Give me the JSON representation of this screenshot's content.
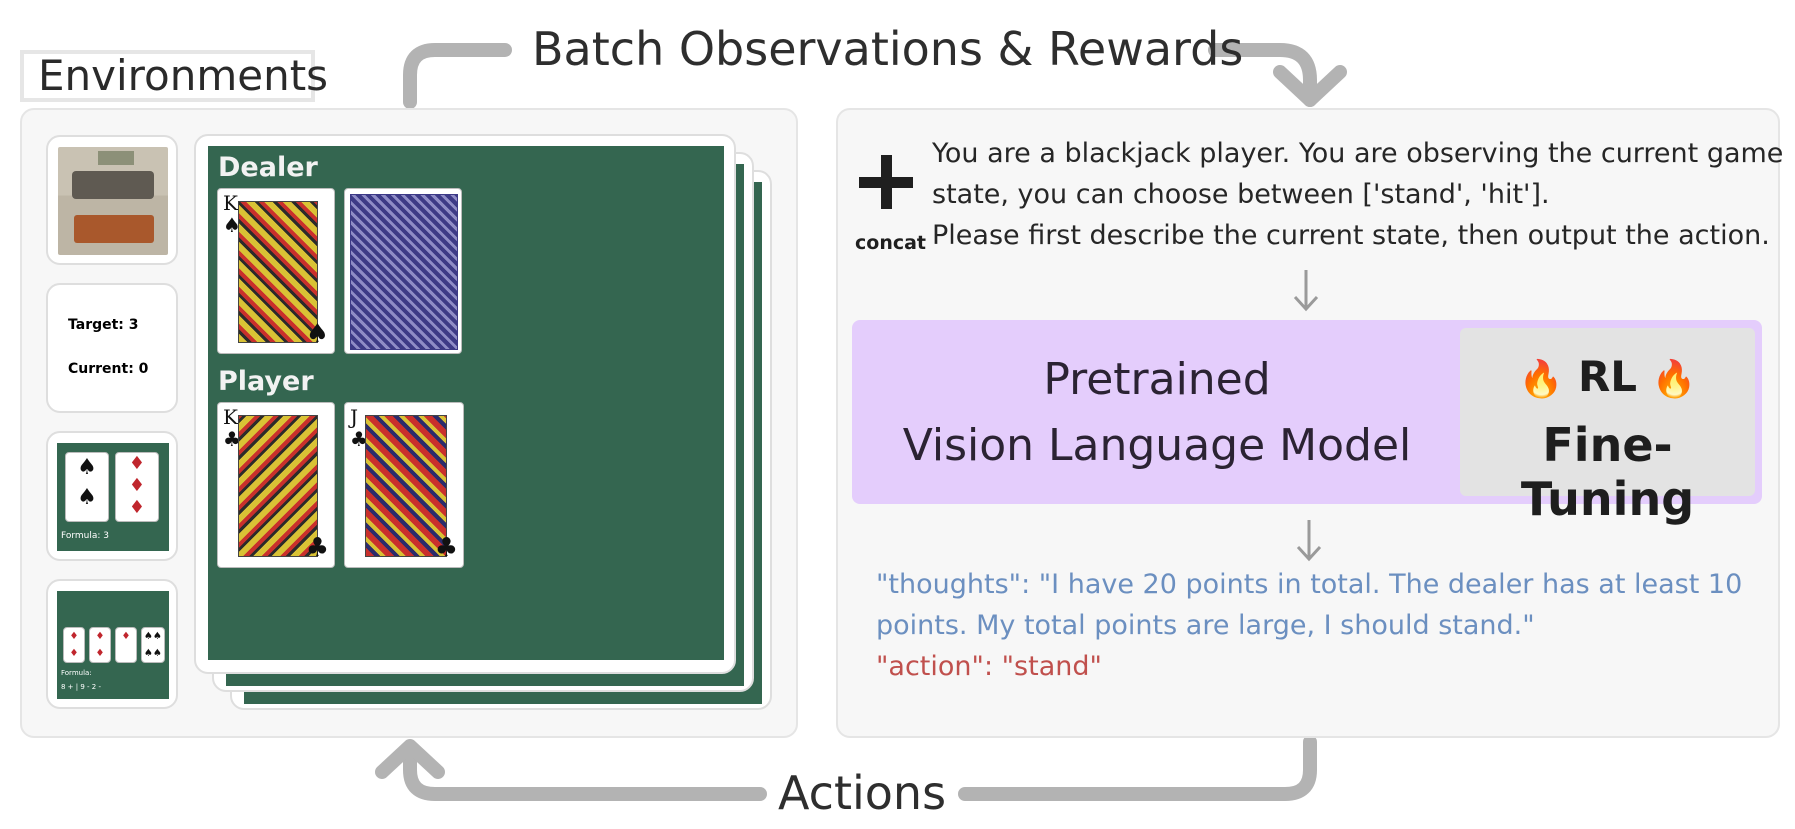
{
  "environments_label": "Environments",
  "top_caption": "Batch Observations & Rewards",
  "bottom_caption": "Actions",
  "thumbs": {
    "target_label": "Target: 3",
    "current_label": "Current: 0",
    "formula1": "Formula: 3",
    "formula2_line1": "Formula:",
    "formula2_line2": "8 + | 9 - 2 -"
  },
  "game": {
    "dealer_label": "Dealer",
    "player_label": "Player",
    "dealer_card": {
      "rank": "K",
      "suit": "♠"
    },
    "player_cards": [
      {
        "rank": "K",
        "suit": "♣"
      },
      {
        "rank": "J",
        "suit": "♣"
      }
    ]
  },
  "prompt": {
    "plus_icon": "plus-icon",
    "concat_label": "concat",
    "line1": "You are a blackjack player. You are observing the current game",
    "line2": "state, you can choose between ['stand', 'hit'].",
    "line3": "Please first describe the current state, then output the action."
  },
  "model": {
    "line1": "Pretrained",
    "line2": "Vision Language Model",
    "rl_line1": "RL",
    "rl_line2": "Fine-Tuning",
    "fire_icon": "🔥"
  },
  "output": {
    "thoughts_line1": "\"thoughts\": \"I have 20 points in total. The dealer has at least 10",
    "thoughts_line2": "points. My total points are large, I should stand.\"",
    "action_line": "\"action\": \"stand\""
  },
  "colors": {
    "thoughts": "#6b8fc0",
    "action": "#c0504d",
    "model_bg": "#e4cdfc",
    "felt": "#346650"
  }
}
